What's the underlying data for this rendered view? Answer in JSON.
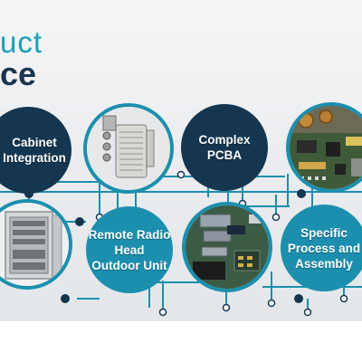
{
  "header": {
    "line1": "uct",
    "line2": "ce"
  },
  "services": [
    {
      "label": "Cabinet\nIntegration"
    },
    {
      "label": "Complex\nPCBA"
    },
    {
      "label": "Remote Radio\nHead\nOutdoor Unit"
    },
    {
      "label": "Specific\nProcess and\nAssembly"
    }
  ],
  "photos": [
    {
      "icon": "outdoor-unit-photo-icon"
    },
    {
      "icon": "pcba-board-photo-icon"
    },
    {
      "icon": "cabinet-rack-photo-icon"
    },
    {
      "icon": "assembly-board-photo-icon"
    }
  ],
  "colors": {
    "navy": "#143650",
    "teal": "#1c8fae",
    "title_teal": "#1a9fb5",
    "background": "#e9ebee"
  }
}
